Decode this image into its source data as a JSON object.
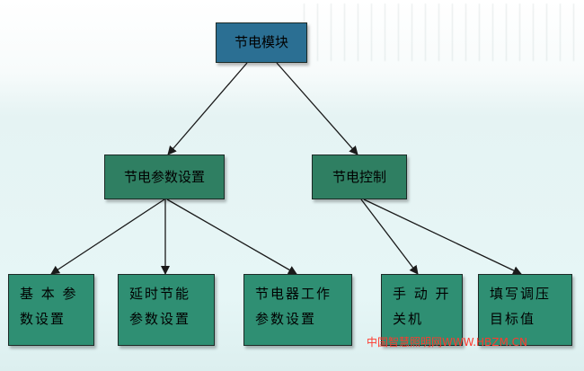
{
  "diagram": {
    "root": {
      "label": "节电模块"
    },
    "level1": [
      {
        "label": "节电参数设置"
      },
      {
        "label": "节电控制"
      }
    ],
    "leaves": [
      {
        "label": "基 本 参\n数设置"
      },
      {
        "label": "延时节能\n参数设置"
      },
      {
        "label": "节电器工作\n参数设置"
      },
      {
        "label": "手 动 开\n关机"
      },
      {
        "label": "填写调压\n目标值"
      }
    ]
  },
  "watermark": "中国智慧照明网WWW.HBZM.CN",
  "colors": {
    "root_fill": "#2b6f93",
    "node_fill": "#2f7f62",
    "leaf_fill": "#2f8f73",
    "edge": "#1a1a1a",
    "watermark": "#ff3a2e"
  }
}
